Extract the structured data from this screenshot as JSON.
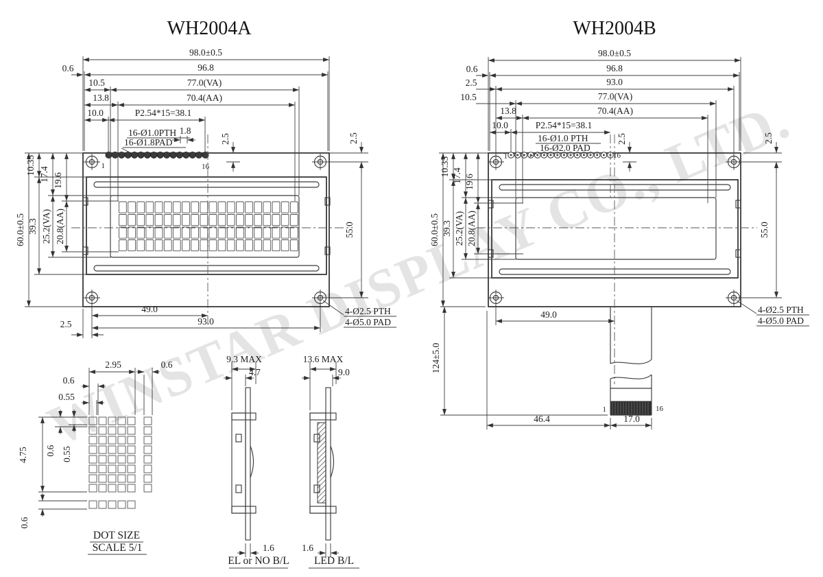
{
  "watermark": "WINSTAR DISPLAY CO., LTD.",
  "a": {
    "title": "WH2004A",
    "dim_98": "98.0±0.5",
    "dim_968": "96.8",
    "dim_06": "0.6",
    "dim_77": "77.0(VA)",
    "dim_105": "10.5",
    "dim_704": "70.4(AA)",
    "dim_138": "13.8",
    "dim_pitch": "P2.54*15=38.1",
    "dim_100": "10.0",
    "pth": "16-Ø1.0PTH",
    "pad": "16-Ø1.8PAD",
    "dim_18": "1.8",
    "dim_25_mid": "2.5",
    "dim_25_right": "2.5",
    "pin_first": "1",
    "pin_last": "16",
    "dim_60": "60.0±0.5",
    "dim_1035": "10.35",
    "dim_174": "17.4",
    "dim_196": "19.6",
    "dim_393": "39.3",
    "dim_252": "25.2(VA)",
    "dim_208": "20.8(AA)",
    "dim_55": "55.0",
    "dim_25_bot": "2.5",
    "dim_49": "49.0",
    "dim_93": "93.0",
    "hole_pth": "4-Ø2.5 PTH",
    "hole_pad": "4-Ø5.0 PAD"
  },
  "b": {
    "title": "WH2004B",
    "dim_98": "98.0±0.5",
    "dim_968": "96.8",
    "dim_06": "0.6",
    "dim_93w": "93.0",
    "dim_25_left": "2.5",
    "dim_77": "77.0(VA)",
    "dim_105": "10.5",
    "dim_704": "70.4(AA)",
    "dim_138": "13.8",
    "dim_pitch": "P2.54*15=38.1",
    "dim_100": "10.0",
    "pth": "16-Ø1.0 PTH",
    "pad": "16-Ø2.0 PAD",
    "dim_25_mid": "2.5",
    "dim_25_right": "2.5",
    "pin_first": "1",
    "pin_last": "16",
    "dim_60": "60.0±0.5",
    "dim_1035": "10.35",
    "dim_174": "17.4",
    "dim_196": "19.6",
    "dim_393": "39.3",
    "dim_252": "25.2(VA)",
    "dim_208": "20.8(AA)",
    "dim_55": "55.0",
    "dim_tail": "124±5.0",
    "dim_49": "49.0",
    "dim_464": "46.4",
    "dim_17": "17.0",
    "tail_pin_first": "1",
    "tail_pin_last": "16",
    "hole_pth": "4-Ø2.5 PTH",
    "hole_pad": "4-Ø5.0 PAD"
  },
  "dot": {
    "dim_295": "2.95",
    "dim_06_right": "0.6",
    "dim_06_top": "0.6",
    "dim_055_top": "0.55",
    "dim_475": "4.75",
    "dim_06_v": "0.6",
    "dim_055_v": "0.55",
    "dim_06_bot": "0.6",
    "title1": "DOT SIZE",
    "title2": "SCALE 5/1"
  },
  "el": {
    "dim_max": "9.3 MAX",
    "dim_47": "4.7",
    "dim_16": "1.6",
    "label": "EL or NO B/L"
  },
  "led": {
    "dim_max": "13.6 MAX",
    "dim_90": "9.0",
    "dim_16": "1.6",
    "label": "LED B/L"
  }
}
